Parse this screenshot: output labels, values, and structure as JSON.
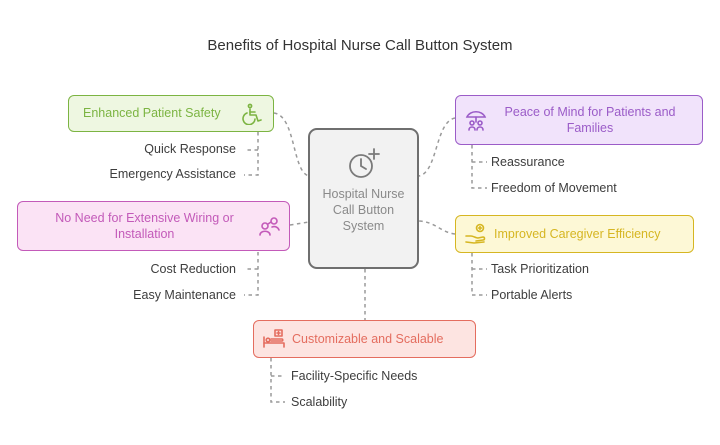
{
  "title": "Benefits of Hospital Nurse Call Button System",
  "center": {
    "label": "Hospital Nurse Call Button System",
    "icon": "clock-plus-icon"
  },
  "branches": {
    "safety": {
      "label": "Enhanced Patient Safety",
      "icon": "wheelchair-icon",
      "color": "#7cb442",
      "fill": "#eef7e1",
      "items": [
        "Quick Response",
        "Emergency Assistance"
      ]
    },
    "wiring": {
      "label": "No Need for Extensive Wiring or Installation",
      "icon": "people-network-icon",
      "color": "#c35ab9",
      "fill": "#fbe3f5",
      "items": [
        "Cost Reduction",
        "Easy Maintenance"
      ]
    },
    "peace": {
      "label": "Peace of Mind for Patients and Families",
      "icon": "umbrella-people-icon",
      "color": "#9b5cc8",
      "fill": "#f1e3fb",
      "items": [
        "Reassurance",
        "Freedom of Movement"
      ]
    },
    "efficiency": {
      "label": "Improved Caregiver Efficiency",
      "icon": "caregiver-hand-icon",
      "color": "#d6b622",
      "fill": "#fdf8d6",
      "items": [
        "Task Prioritization",
        "Portable Alerts"
      ]
    },
    "scalable": {
      "label": "Customizable and Scalable",
      "icon": "hospital-bed-icon",
      "color": "#e46d5f",
      "fill": "#fde4e1",
      "items": [
        "Facility-Specific Needs",
        "Scalability"
      ]
    }
  }
}
